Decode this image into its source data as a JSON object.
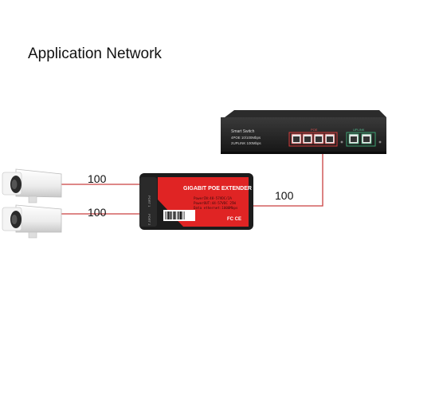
{
  "title": "Application Network",
  "links": {
    "camera1_speed": "100",
    "camera2_speed": "100",
    "uplink_speed": "100"
  },
  "switch": {
    "name": "Smart Switch",
    "spec1": "4POE 10/100Mbps",
    "spec2": "2UPLINK 100Mbps",
    "poe_label": "POE",
    "uplink_label": "UPLINK"
  },
  "extender": {
    "title": "GIGABIT POE EXTENDER",
    "spec1": "PowerIN:48-57VDC/2A",
    "spec2": "PowerOUT:44-57VDC 25W",
    "spec3": "Data ethernet:1000Mbps",
    "port1": "PORT 1",
    "port2": "PORT 2",
    "cert": "FC CE"
  },
  "colors": {
    "link": "#c94040",
    "extender_red": "#e02424",
    "device_dark": "#1c1c1c",
    "poe_port_red": "#d83a3a",
    "uplink_port_green": "#3aa070"
  }
}
